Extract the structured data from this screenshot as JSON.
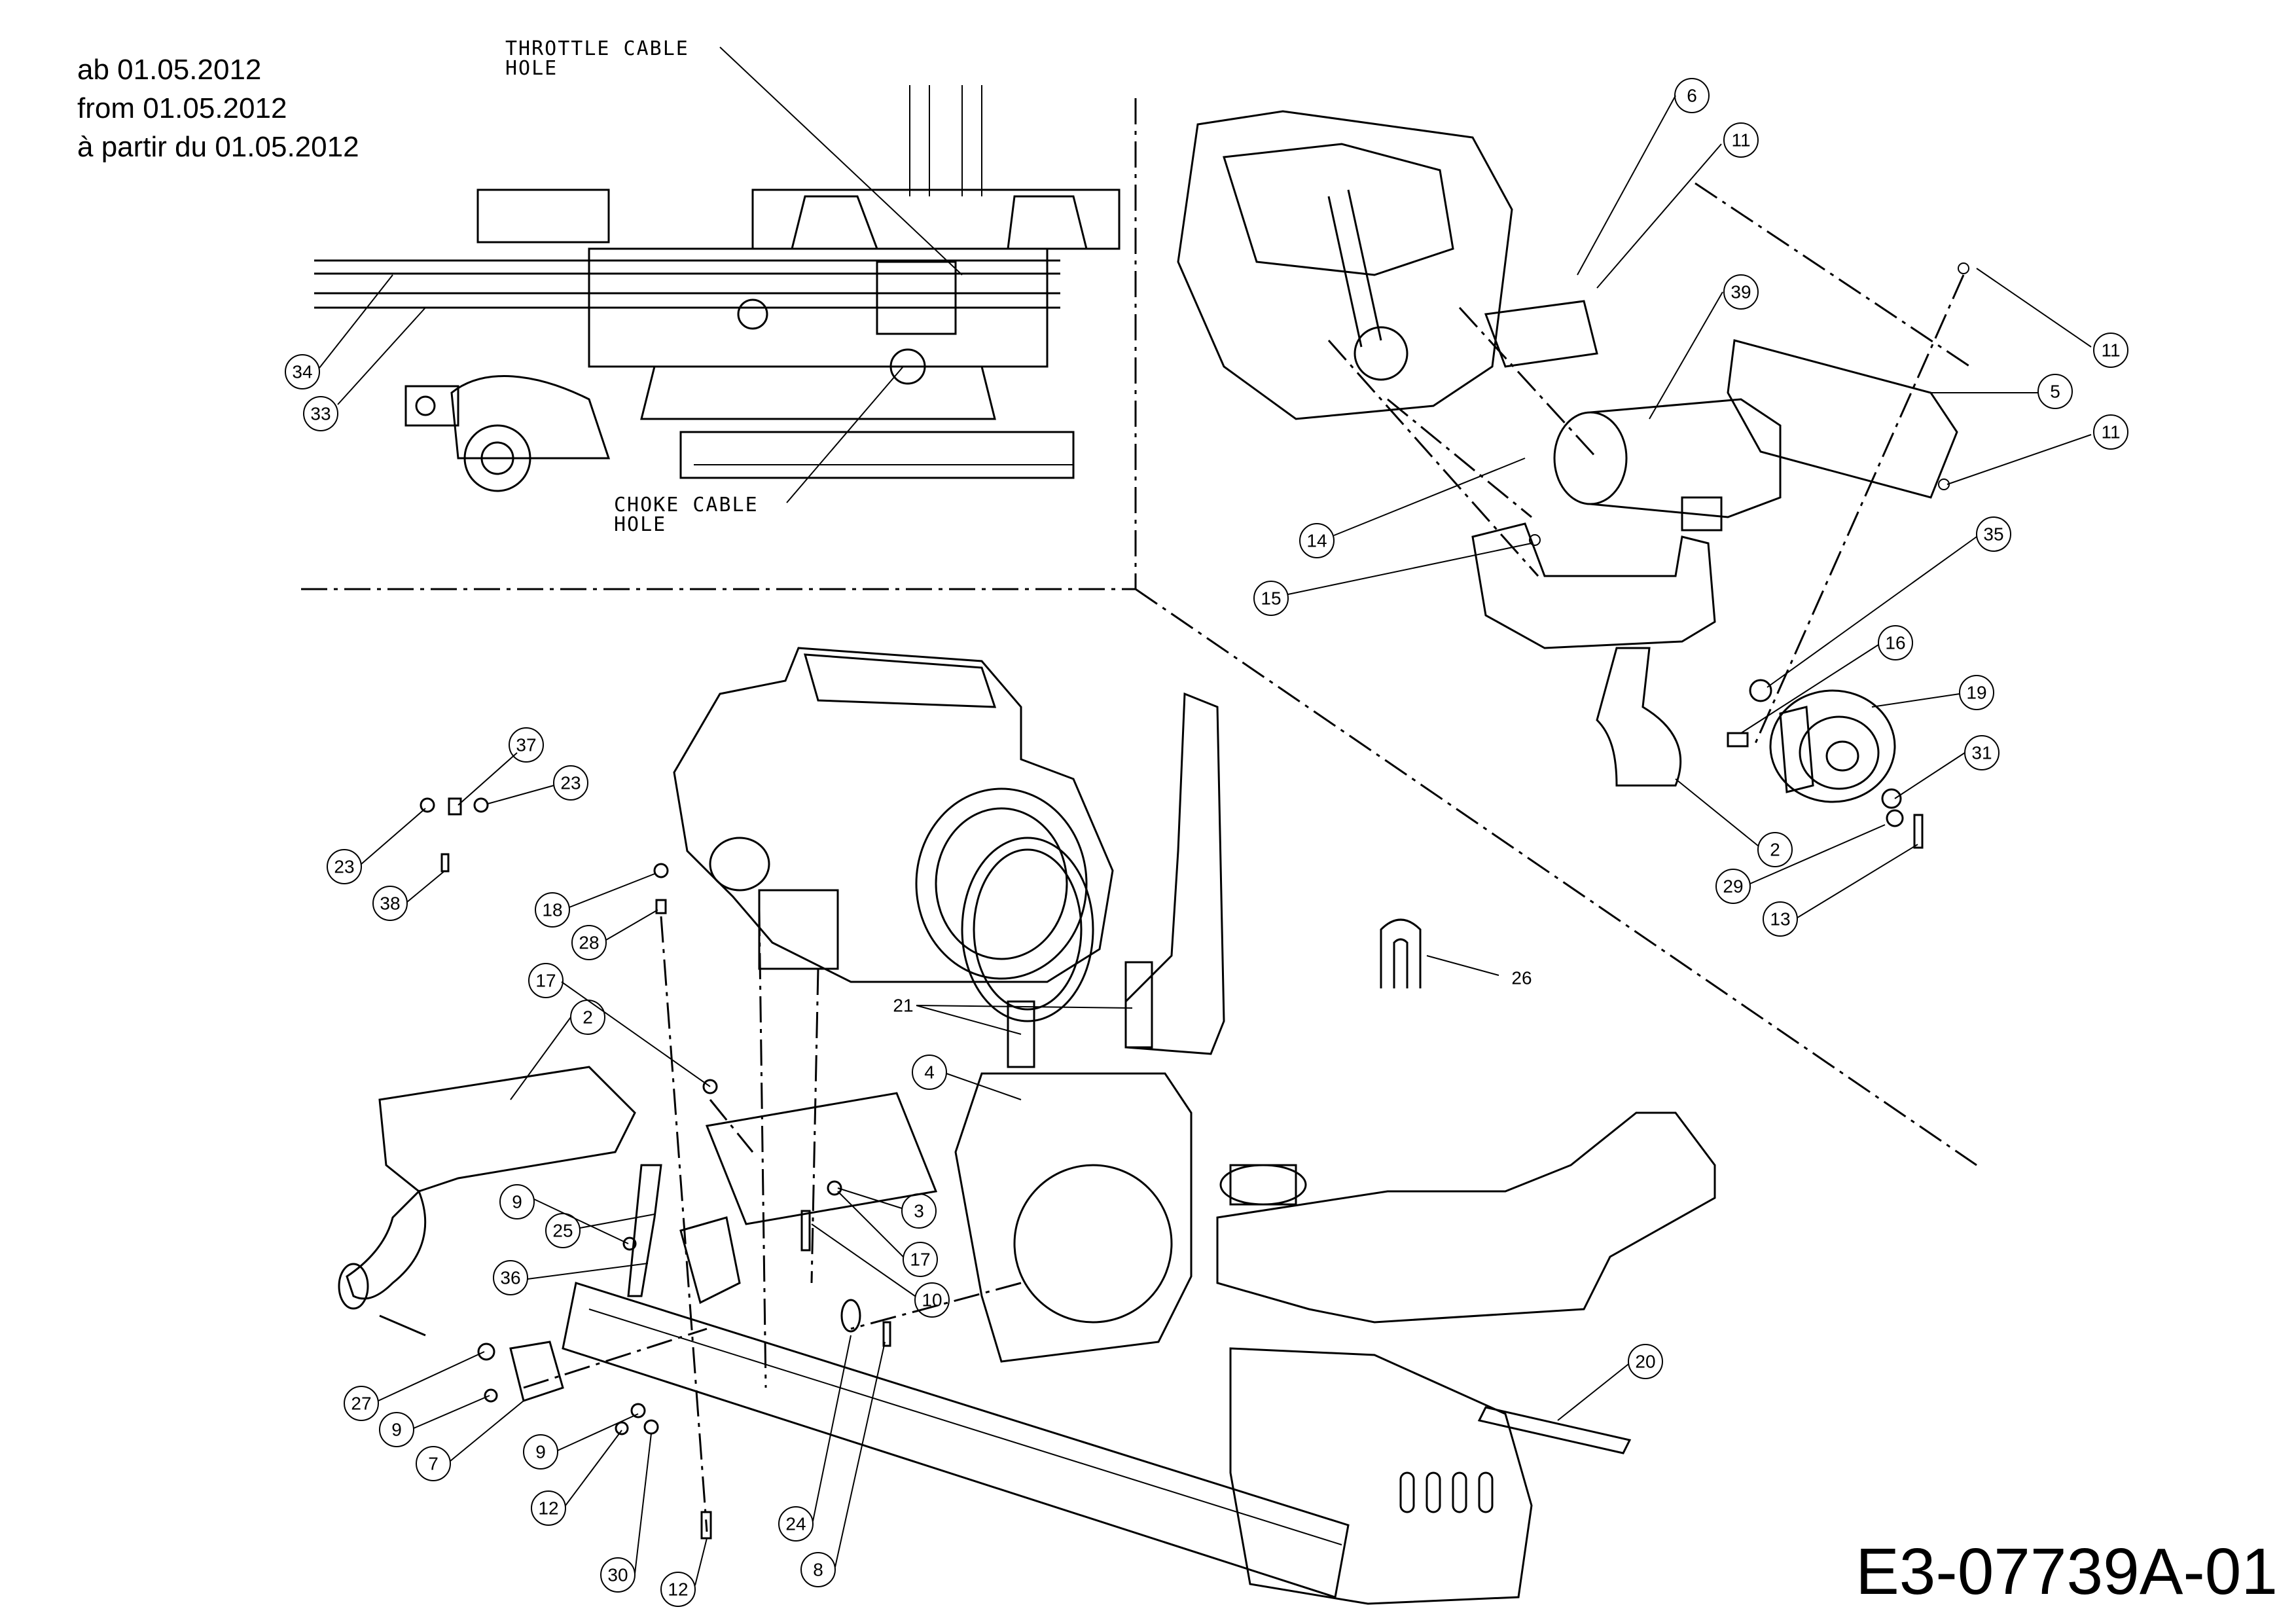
{
  "header": {
    "date_de": "ab 01.05.2012",
    "date_en": "from 01.05.2012",
    "date_fr": "à partir du 01.05.2012"
  },
  "notes": {
    "throttle": "THROTTLE CABLE\nHOLE",
    "choke": "CHOKE CABLE\nHOLE"
  },
  "callouts": {
    "c34": "34",
    "c33": "33",
    "c6": "6",
    "c11a": "11",
    "c39": "39",
    "c11b": "11",
    "c5": "5",
    "c11c": "11",
    "c14": "14",
    "c15": "15",
    "c35": "35",
    "c16": "16",
    "c19": "19",
    "c31": "31",
    "c2a": "2",
    "c29": "29",
    "c13": "13",
    "c37": "37",
    "c23a": "23",
    "c23b": "23",
    "c38": "38",
    "c18": "18",
    "c28": "28",
    "c17a": "17",
    "c2b": "2",
    "c4": "4",
    "c9a": "9",
    "c25": "25",
    "c3": "3",
    "c17b": "17",
    "c36": "36",
    "c10": "10",
    "c27": "27",
    "c9b": "9",
    "c7": "7",
    "c9c": "9",
    "c12a": "12",
    "c24": "24",
    "c30": "30",
    "c12b": "12",
    "c8": "8",
    "c20": "20"
  },
  "labels": {
    "l26": "26",
    "l21": "21"
  },
  "drawing_code": "E3-07739A-01"
}
